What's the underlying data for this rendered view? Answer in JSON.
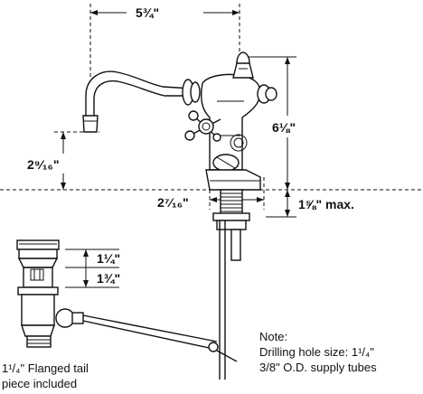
{
  "dimensions": {
    "spread": "5¾\"",
    "height": "6⅛\"",
    "spout_clearance": "2⁹⁄₁₆\"",
    "base_diameter": "2⁷⁄₁₆\"",
    "deck_thickness": "1⅝\" max.",
    "tail_upper": "1¼\"",
    "tail_lower": "1¾\""
  },
  "note": {
    "title": "Note:",
    "line1": "Drilling hole size: 1¹/₄\"",
    "line2": "3/8\" O.D. supply tubes"
  },
  "tailpiece": {
    "line1": "1¹/₄\" Flanged tail",
    "line2": "piece included"
  }
}
